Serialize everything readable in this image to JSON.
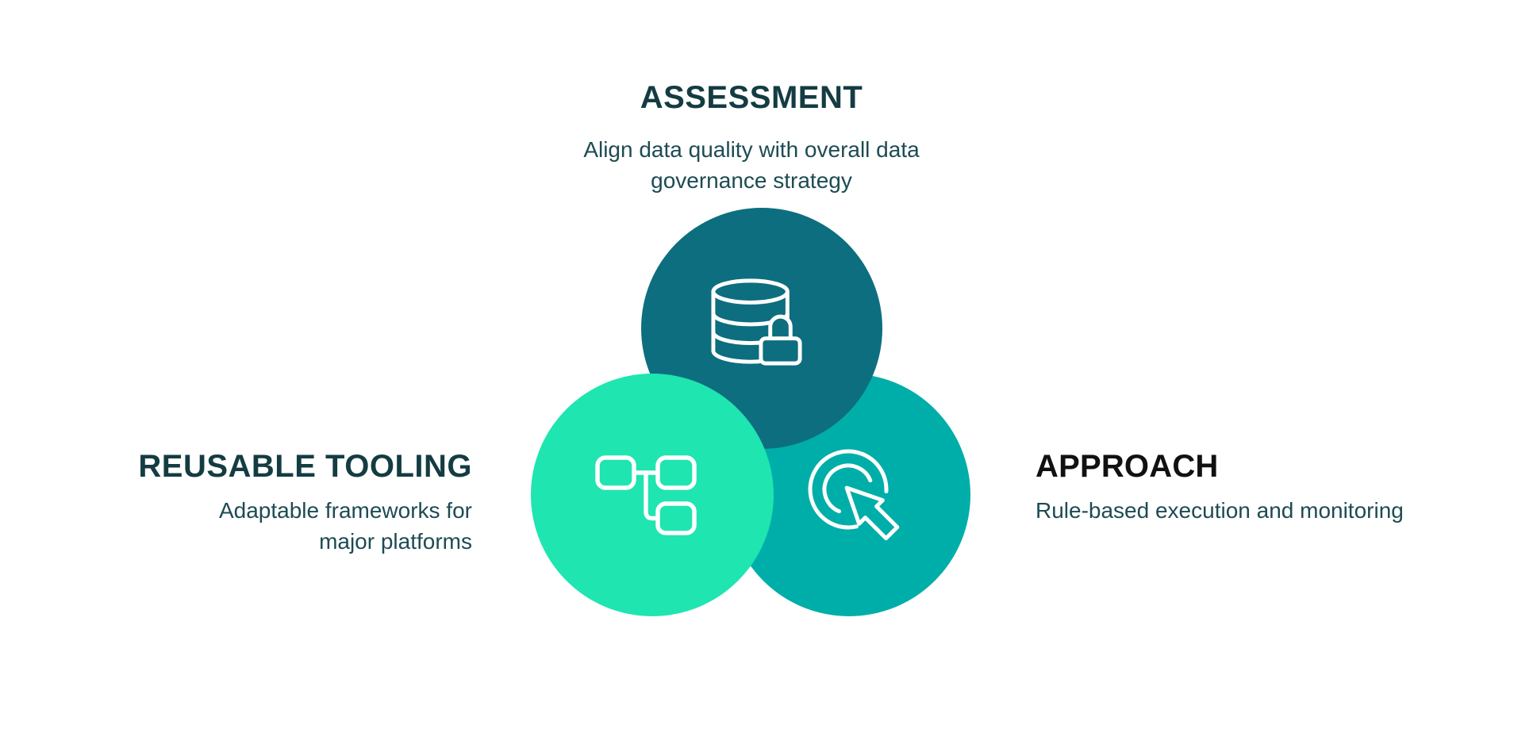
{
  "colors": {
    "background": "#ffffff",
    "circle_top": "#0D6E7F",
    "circle_left": "#1FE5B0",
    "circle_right": "#00AEA9",
    "title": "#143C42",
    "title_approach": "#111111",
    "subtitle": "#1D4B53",
    "icon_stroke": "#ffffff"
  },
  "sections": {
    "assessment": {
      "title": "ASSESSMENT",
      "subtitle_lines": [
        "Align data quality with overall data",
        "governance strategy"
      ],
      "icon": "database-lock-icon"
    },
    "reusable_tooling": {
      "title": "REUSABLE TOOLING",
      "subtitle_lines": [
        "Adaptable frameworks for",
        "major platforms"
      ],
      "icon": "flowchart-icon"
    },
    "approach": {
      "title": "APPROACH",
      "subtitle_lines": [
        "Rule-based execution and monitoring"
      ],
      "icon": "click-cursor-icon"
    }
  }
}
